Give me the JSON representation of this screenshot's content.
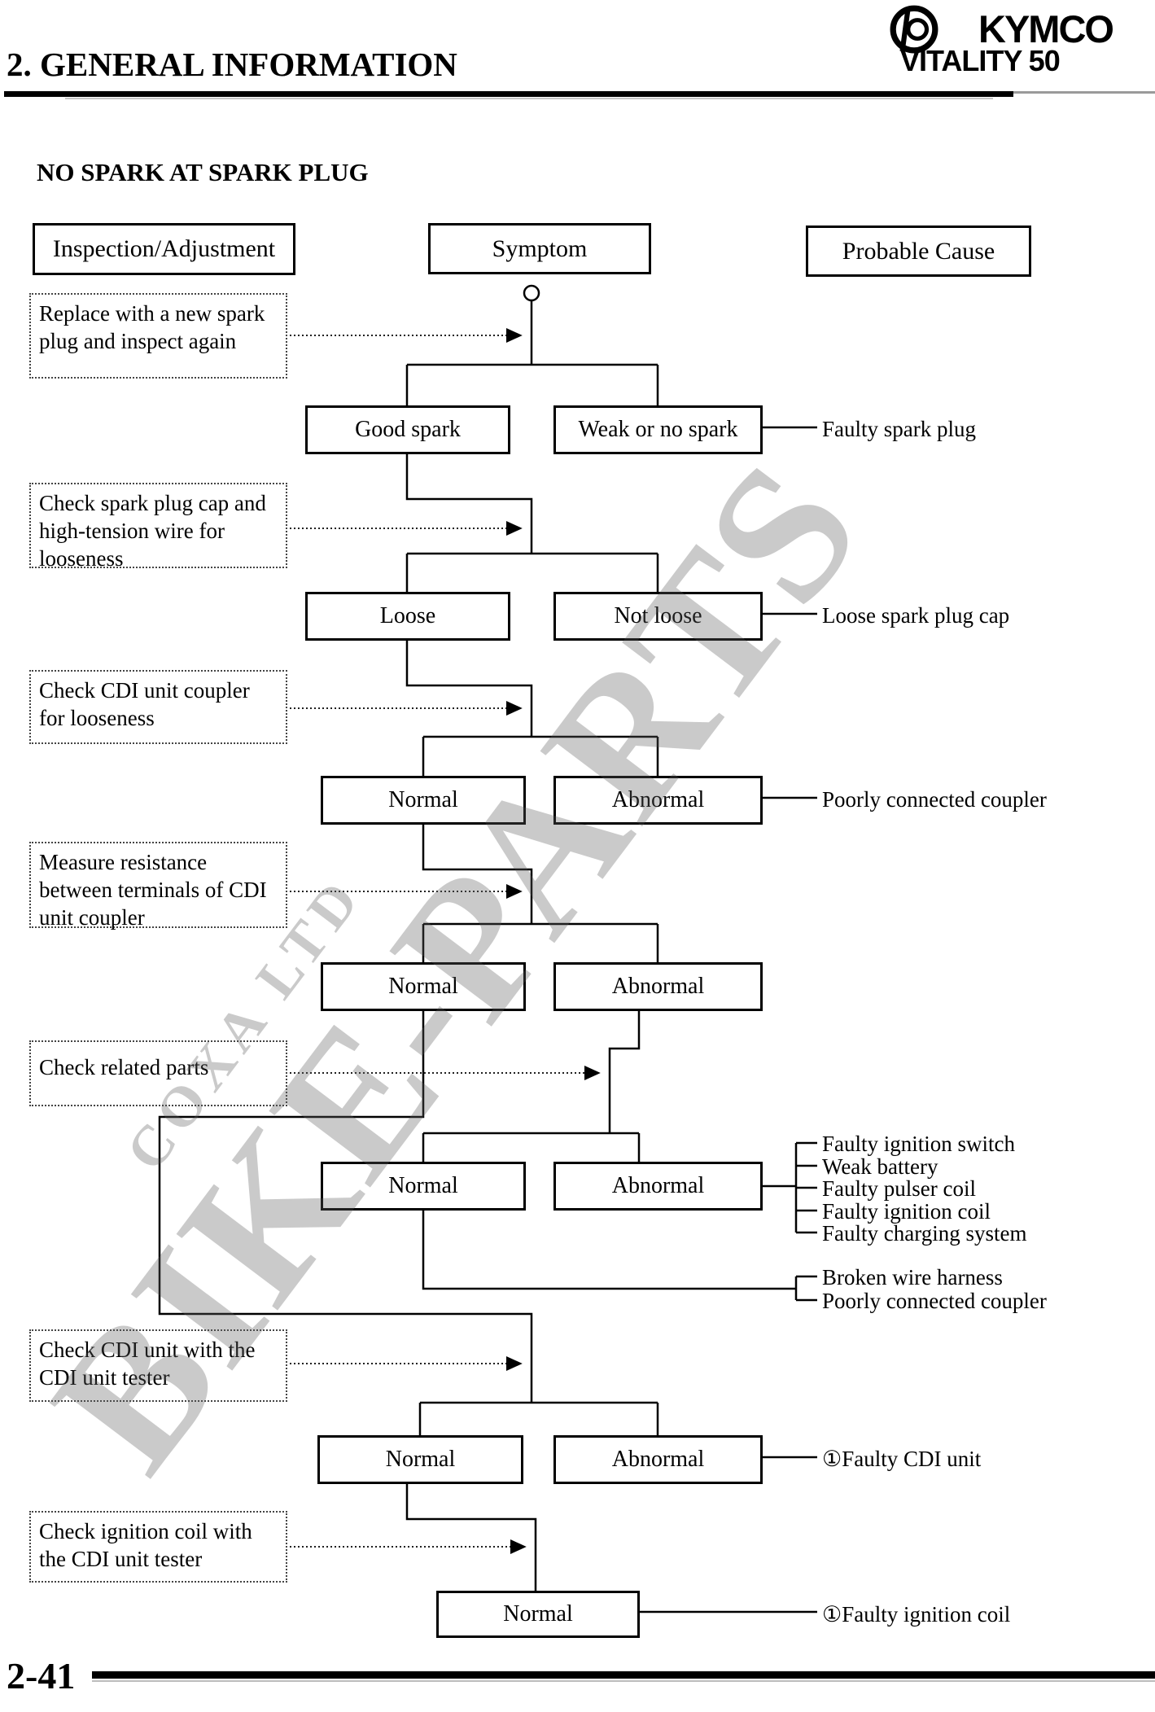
{
  "header": {
    "section_title": "2. GENERAL INFORMATION",
    "brand": "KYMCO",
    "model": "VITALITY 50"
  },
  "doc": {
    "title": "NO SPARK AT SPARK PLUG",
    "page_number": "2-41"
  },
  "columns": {
    "inspection": "Inspection/Adjustment",
    "symptom": "Symptom",
    "cause": "Probable Cause"
  },
  "steps": [
    "Replace with a new spark plug and inspect again",
    "Check spark plug cap and high-tension wire for looseness",
    "Check CDI unit coupler for looseness",
    "Measure resistance between terminals of CDI unit coupler",
    "Check related parts",
    "Check CDI unit with the CDI unit tester",
    "Check ignition coil with the CDI unit tester"
  ],
  "flow": {
    "boxes": [
      "Good spark",
      "Weak or no spark",
      "Loose",
      "Not loose",
      "Normal",
      "Abnormal",
      "Normal",
      "Abnormal",
      "Normal",
      "Abnormal",
      "Normal",
      "Abnormal",
      "Normal"
    ]
  },
  "causes": [
    "Faulty spark plug",
    "Loose spark plug cap",
    "Poorly connected coupler",
    "①Faulty CDI unit",
    "①Faulty ignition coil"
  ],
  "cause_groups": [
    {
      "items": [
        "Faulty ignition switch",
        "Weak battery",
        "Faulty pulser coil",
        "Faulty ignition coil",
        "Faulty charging system"
      ]
    },
    {
      "items": [
        "Broken wire harness",
        "Poorly connected coupler"
      ]
    }
  ],
  "watermark": {
    "primary": "BIKE-PARTS",
    "secondary": "COXA LTD"
  },
  "colors": {
    "ink": "#000000",
    "watermark_gray": "#c4c4c4"
  }
}
